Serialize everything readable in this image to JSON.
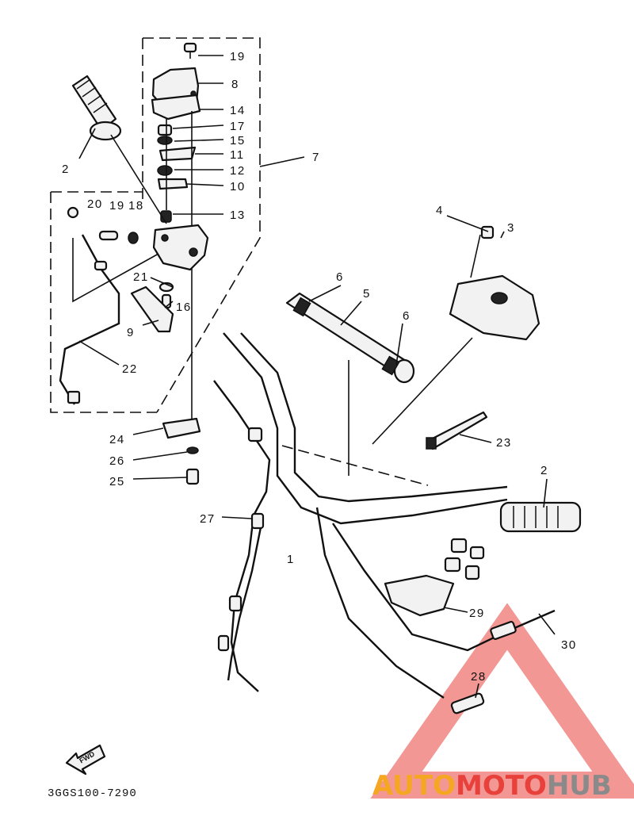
{
  "diagram": {
    "code": "3GGS100-7290",
    "fwd_label": "FWD",
    "callouts": [
      {
        "id": "c19a",
        "text": "19"
      },
      {
        "id": "c8",
        "text": "8"
      },
      {
        "id": "c14",
        "text": "14"
      },
      {
        "id": "c17",
        "text": "17"
      },
      {
        "id": "c15",
        "text": "15"
      },
      {
        "id": "c11",
        "text": "11"
      },
      {
        "id": "c12",
        "text": "12"
      },
      {
        "id": "c10",
        "text": "10"
      },
      {
        "id": "c7",
        "text": "7"
      },
      {
        "id": "c13",
        "text": "13"
      },
      {
        "id": "c2a",
        "text": "2"
      },
      {
        "id": "c20",
        "text": "20"
      },
      {
        "id": "c19b",
        "text": "19"
      },
      {
        "id": "c18",
        "text": "18"
      },
      {
        "id": "c21",
        "text": "21"
      },
      {
        "id": "c16",
        "text": "16"
      },
      {
        "id": "c9",
        "text": "9"
      },
      {
        "id": "c22",
        "text": "22"
      },
      {
        "id": "c4",
        "text": "4"
      },
      {
        "id": "c3",
        "text": "3"
      },
      {
        "id": "c6a",
        "text": "6"
      },
      {
        "id": "c5",
        "text": "5"
      },
      {
        "id": "c6b",
        "text": "6"
      },
      {
        "id": "c23",
        "text": "23"
      },
      {
        "id": "c24",
        "text": "24"
      },
      {
        "id": "c26",
        "text": "26"
      },
      {
        "id": "c25",
        "text": "25"
      },
      {
        "id": "c27",
        "text": "27"
      },
      {
        "id": "c1",
        "text": "1"
      },
      {
        "id": "c2b",
        "text": "2"
      },
      {
        "id": "c29",
        "text": "29"
      },
      {
        "id": "c30",
        "text": "30"
      },
      {
        "id": "c28",
        "text": "28"
      }
    ]
  },
  "watermark": {
    "part1": "AUTO",
    "part2": "MOTO",
    "part3": "HUB",
    "color_orange": "#f5a623",
    "color_red": "#e8413c",
    "color_gray": "#8a8a8a"
  }
}
